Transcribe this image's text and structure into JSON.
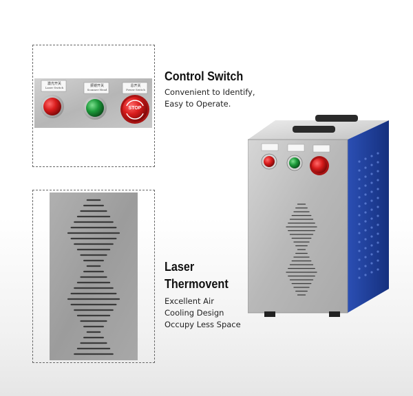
{
  "panels": [
    {
      "title": "Control Switch",
      "lines": [
        "Convenient to Identify,",
        "Easy to Operate."
      ]
    },
    {
      "title_lines": [
        "Laser",
        "Thermovent"
      ],
      "lines": [
        "Excellent Air",
        "Cooling Design",
        "Occupy Less Space"
      ]
    }
  ],
  "switch_labels": [
    {
      "cn": "激光开关",
      "en": "Laser Switch"
    },
    {
      "cn": "振镜开关",
      "en": "Scanner Head"
    },
    {
      "cn": "总开关",
      "en": "Power Switch"
    }
  ],
  "stop_label": "STOP",
  "colors": {
    "red_button": "#d81c1c",
    "green_button": "#1c9a3a",
    "cabinet_blue": "#1f3f9a",
    "steel": "#b9b9b9"
  }
}
